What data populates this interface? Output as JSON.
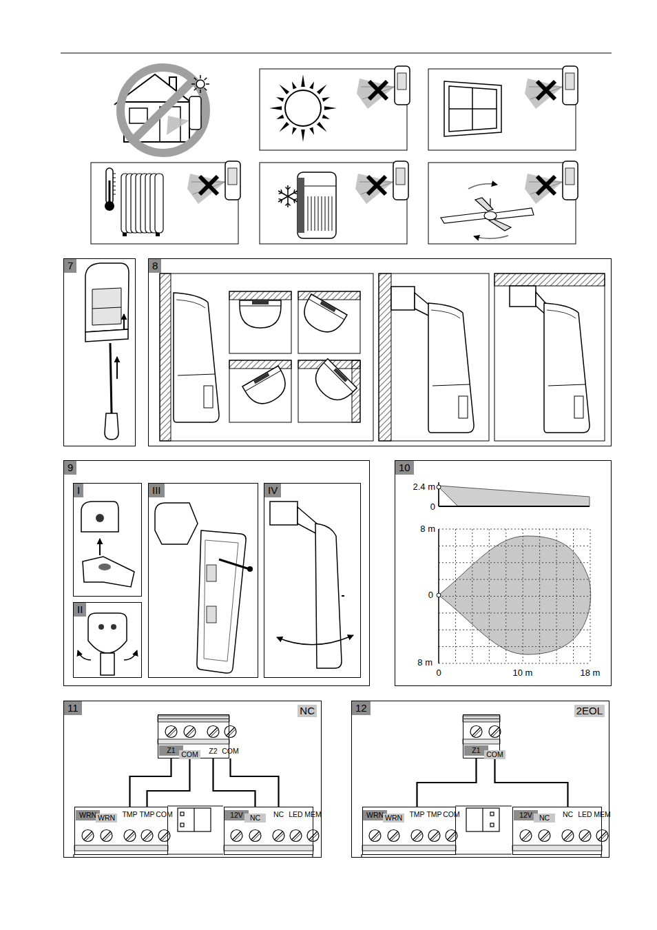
{
  "diagram": {
    "nodes": [
      {
        "text": [
          "7"
        ]
      },
      {
        "text": [
          "8"
        ]
      },
      {
        "text": [
          "9"
        ]
      },
      {
        "text": [
          "I"
        ],
        "in": 2
      },
      {
        "text": [
          "II"
        ],
        "in": 2
      },
      {
        "text": [
          "III"
        ],
        "in": 2
      },
      {
        "text": [
          "IV"
        ],
        "in": 2
      },
      {
        "text": [
          "10"
        ]
      },
      {
        "text": [
          "11",
          "NC"
        ]
      },
      {
        "text": [
          "Z1",
          "COM",
          "Z2",
          "COM"
        ],
        "in": 8
      },
      {
        "text": [
          "WRN",
          "WRN",
          "TMP",
          "TMP",
          "COM"
        ],
        "in": 8
      },
      {
        "text": [
          "12V",
          "NC",
          "NC",
          "LED",
          "MEM"
        ],
        "in": 8
      },
      {
        "text": [
          "12",
          "2EOL"
        ]
      },
      {
        "text": [
          "Z1",
          "COM"
        ],
        "in": 12
      },
      {
        "text": [
          "WRN",
          "WRN",
          "TMP",
          "TMP",
          "COM"
        ],
        "in": 12
      },
      {
        "text": [
          "12V",
          "NC",
          "NC",
          "LED",
          "MEM"
        ],
        "in": 12
      }
    ],
    "edges": [
      {
        "from": 9,
        "to": 10,
        "arrow": "none"
      },
      {
        "from": 9,
        "to": 10,
        "arrow": "none"
      },
      {
        "from": 9,
        "to": 11,
        "arrow": "none"
      },
      {
        "from": 9,
        "to": 11,
        "arrow": "none"
      },
      {
        "from": 13,
        "to": 14,
        "arrow": "none"
      },
      {
        "from": 13,
        "to": 15,
        "arrow": "none"
      }
    ],
    "labels": [
      "2.4 m",
      "0",
      "8 m",
      "0",
      "8 m",
      "0",
      "10 m",
      "18 m"
    ]
  }
}
